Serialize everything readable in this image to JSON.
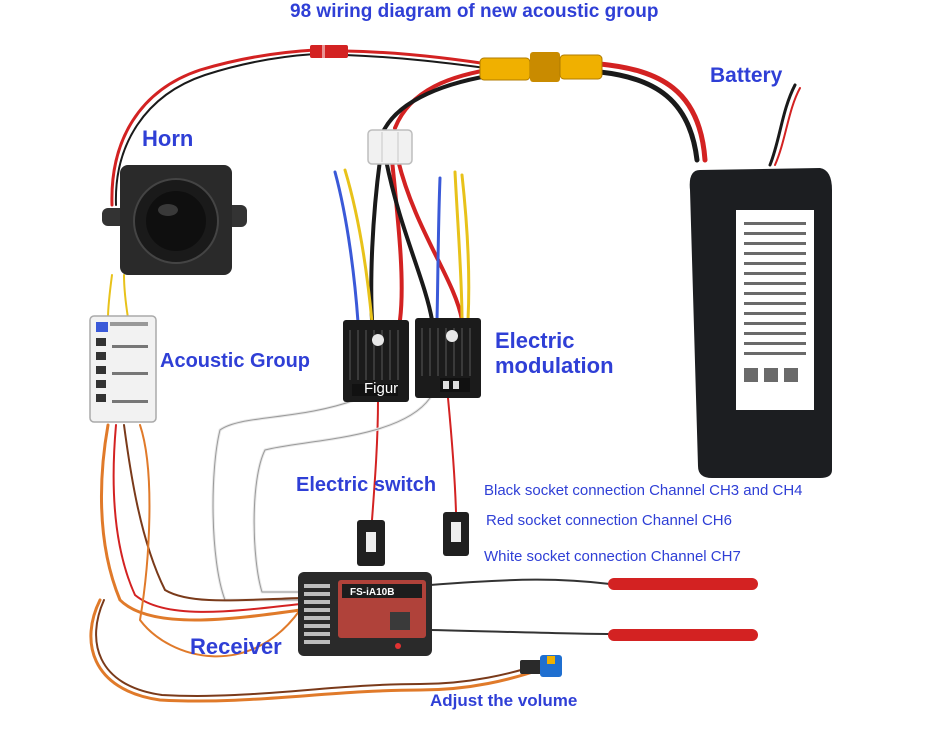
{
  "title": "98 wiring diagram of new acoustic group",
  "labels": {
    "battery": "Battery",
    "horn": "Horn",
    "acoustic_group": "Acoustic Group",
    "electric_modulation_line1": "Electric",
    "electric_modulation_line2": "modulation",
    "electric_switch": "Electric switch",
    "receiver": "Receiver",
    "adjust_volume": "Adjust the volume",
    "figure_watermark": "Figur"
  },
  "notes": {
    "black_socket": "Black socket connection Channel CH3 and CH4",
    "red_socket": "Red socket connection Channel CH6",
    "white_socket": "White socket connection Channel CH7"
  },
  "receiver_model": "FS-iA10B",
  "colors": {
    "label_blue": "#2f3fd6",
    "wire_red": "#d32222",
    "wire_black": "#1a1a1a",
    "wire_yellow": "#e8c21a",
    "wire_blue": "#3a59d8",
    "wire_orange": "#e07a2a",
    "wire_brown": "#7a3a1a",
    "battery_body": "#1c1e21",
    "connector_yellow": "#f0b000"
  }
}
